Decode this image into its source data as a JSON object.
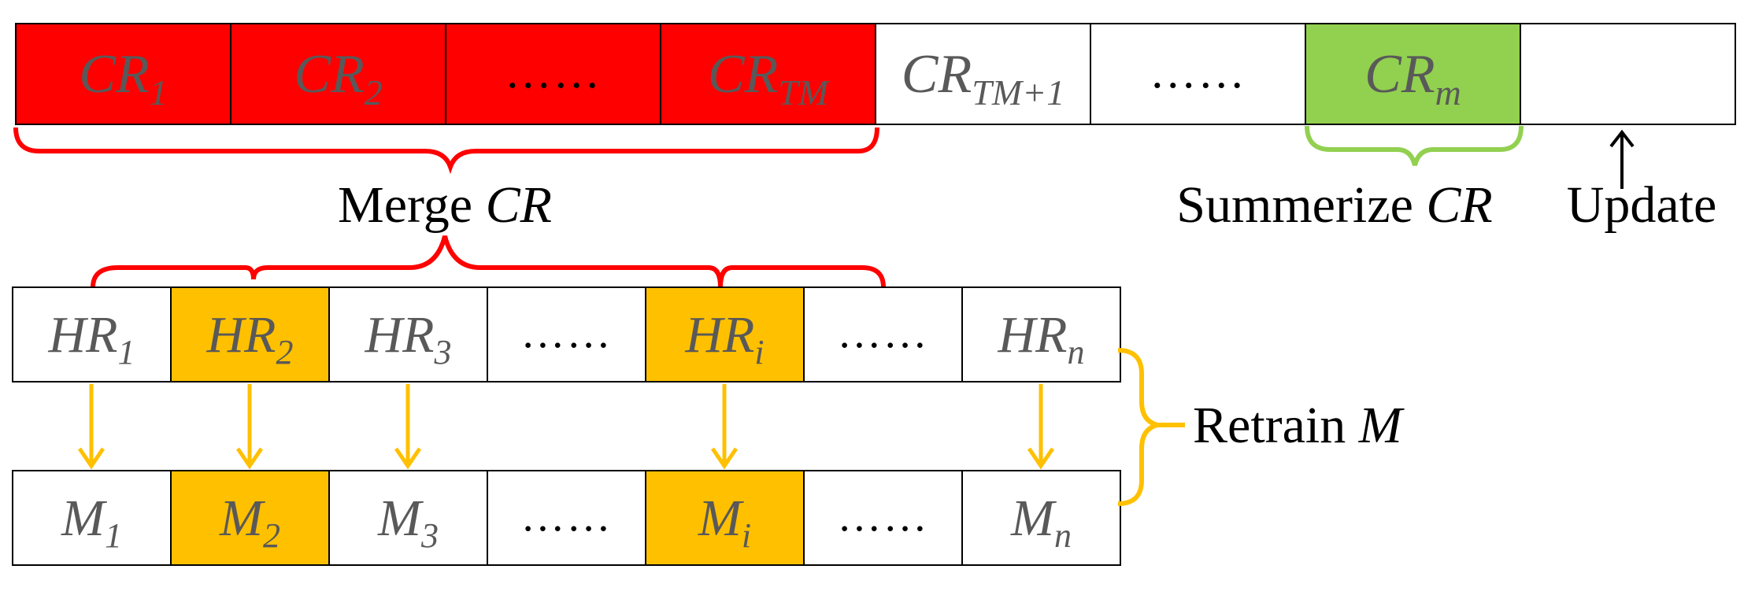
{
  "colors": {
    "red": "#ff0000",
    "green": "#92d050",
    "orange": "#ffc000",
    "white": "#ffffff",
    "border": "#000000",
    "cell_text": "#595959",
    "label_text": "#000000"
  },
  "cr_row": {
    "cells": [
      {
        "base": "CR",
        "sub": "1",
        "fill": "red"
      },
      {
        "base": "CR",
        "sub": "2",
        "fill": "red"
      },
      {
        "ellipsis": "……",
        "fill": "red"
      },
      {
        "base": "CR",
        "sub": "TM",
        "fill": "red"
      },
      {
        "base": "CR",
        "sub": "TM+1",
        "fill": "white"
      },
      {
        "ellipsis": "……",
        "fill": "white"
      },
      {
        "base": "CR",
        "sub": "m",
        "fill": "green"
      },
      {
        "empty": true,
        "fill": "white"
      }
    ]
  },
  "labels": {
    "merge": {
      "text": "Merge ",
      "italic": "CR"
    },
    "summerize": {
      "text": "Summerize ",
      "italic": "CR"
    },
    "update": "Update",
    "retrain": {
      "text": "Retrain ",
      "italic": "M"
    }
  },
  "hr_row": {
    "cells": [
      {
        "base": "HR",
        "sub": "1",
        "fill": "white"
      },
      {
        "base": "HR",
        "sub": "2",
        "fill": "orange"
      },
      {
        "base": "HR",
        "sub": "3",
        "fill": "white"
      },
      {
        "ellipsis": "……",
        "fill": "white"
      },
      {
        "base": "HR",
        "sub": "i",
        "fill": "orange"
      },
      {
        "ellipsis": "……",
        "fill": "white"
      },
      {
        "base": "HR",
        "sub": "n",
        "fill": "white"
      }
    ]
  },
  "m_row": {
    "cells": [
      {
        "base": "M",
        "sub": "1",
        "fill": "white"
      },
      {
        "base": "M",
        "sub": "2",
        "fill": "orange"
      },
      {
        "base": "M",
        "sub": "3",
        "fill": "white"
      },
      {
        "ellipsis": "……",
        "fill": "white"
      },
      {
        "base": "M",
        "sub": "i",
        "fill": "orange"
      },
      {
        "ellipsis": "……",
        "fill": "white"
      },
      {
        "base": "M",
        "sub": "n",
        "fill": "white"
      }
    ]
  },
  "arrows": {
    "hr_to_m_columns": [
      0,
      1,
      2,
      4,
      6
    ]
  }
}
